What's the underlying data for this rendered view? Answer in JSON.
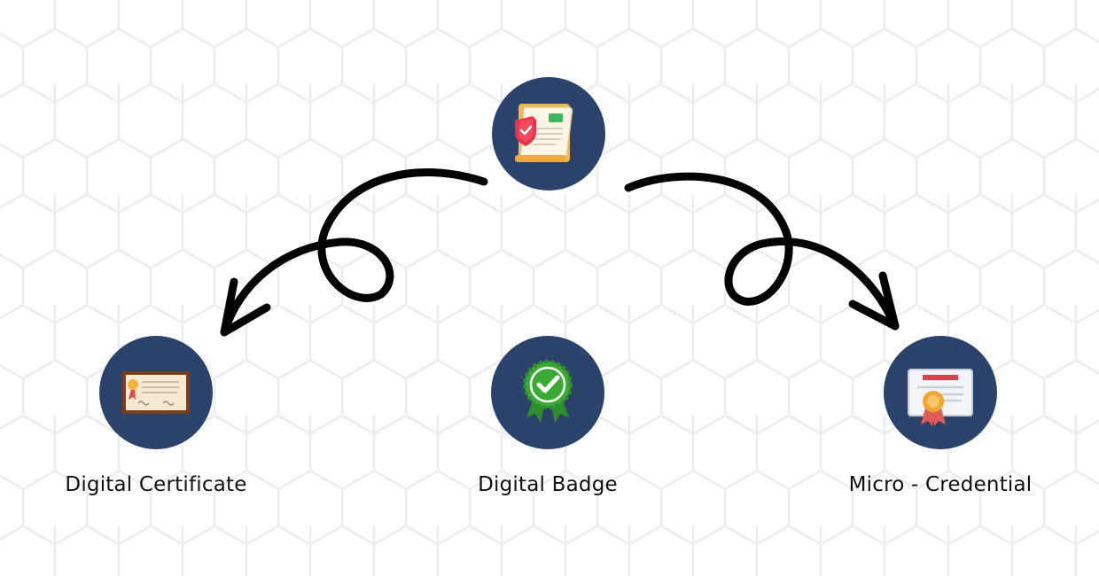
{
  "nodes": {
    "top": {
      "icon": "secure-document-icon"
    },
    "left": {
      "icon": "framed-certificate-icon",
      "label": "Digital Certificate"
    },
    "center": {
      "icon": "check-badge-icon",
      "label": "Digital Badge"
    },
    "right": {
      "icon": "award-certificate-icon",
      "label": "Micro - Credential"
    }
  },
  "colors": {
    "node_fill": "#2b426b",
    "arrow": "#000000",
    "background": "#ffffff",
    "hex_pattern": "#ececec",
    "badge_green": "#3aaa35",
    "shield_red": "#e8334a"
  }
}
